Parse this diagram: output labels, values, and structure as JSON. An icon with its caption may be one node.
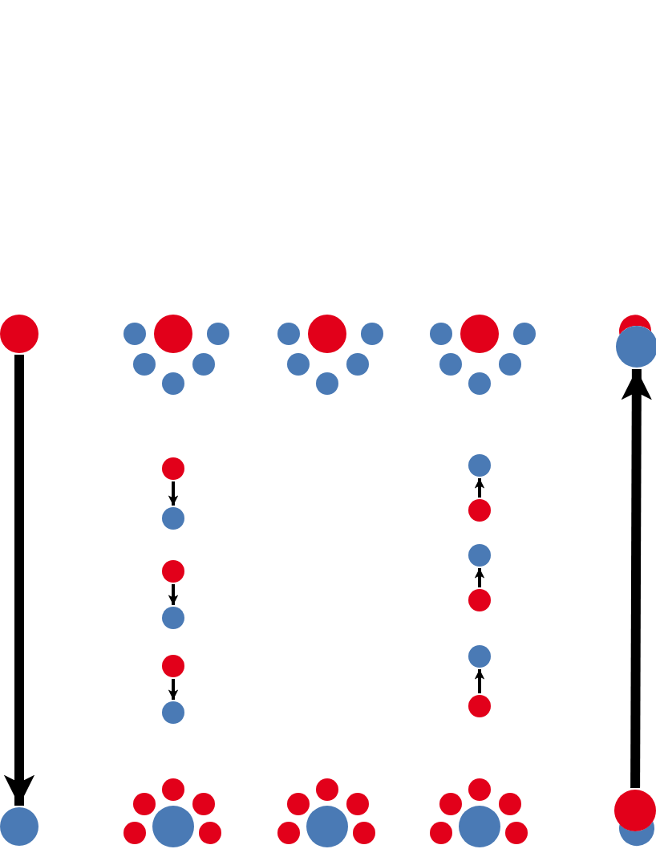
{
  "diagram": {
    "nodes": [
      {
        "text": [],
        "shape": "circle"
      },
      {
        "text": [],
        "shape": "cluster"
      },
      {
        "text": [],
        "shape": "cluster"
      },
      {
        "text": [],
        "shape": "cluster"
      },
      {
        "text": [],
        "shape": "circle"
      },
      {
        "text": [],
        "shape": "circle"
      },
      {
        "text": [],
        "shape": "circle"
      },
      {
        "text": [],
        "shape": "circle"
      },
      {
        "text": [],
        "shape": "circle"
      },
      {
        "text": [],
        "shape": "circle"
      },
      {
        "text": [],
        "shape": "circle"
      },
      {
        "text": [],
        "shape": "circle"
      },
      {
        "text": [],
        "shape": "circle"
      },
      {
        "text": [],
        "shape": "circle"
      },
      {
        "text": [],
        "shape": "circle"
      },
      {
        "text": [],
        "shape": "circle"
      },
      {
        "text": [],
        "shape": "circle"
      },
      {
        "text": [],
        "shape": "circle"
      },
      {
        "text": [],
        "shape": "circle"
      },
      {
        "text": [],
        "shape": "cluster"
      },
      {
        "text": [],
        "shape": "cluster"
      },
      {
        "text": [],
        "shape": "cluster"
      },
      {
        "text": [],
        "shape": "circle"
      },
      {
        "text": [],
        "shape": "circle"
      }
    ],
    "edges": [
      {
        "from": 0,
        "to": 18,
        "arrow": "to",
        "style": "thick"
      },
      {
        "from": 6,
        "to": 7,
        "arrow": "to"
      },
      {
        "from": 8,
        "to": 9,
        "arrow": "to"
      },
      {
        "from": 10,
        "to": 11,
        "arrow": "to"
      },
      {
        "from": 13,
        "to": 12,
        "arrow": "to"
      },
      {
        "from": 15,
        "to": 14,
        "arrow": "to"
      },
      {
        "from": 17,
        "to": 16,
        "arrow": "to"
      },
      {
        "from": 23,
        "to": 5,
        "arrow": "to",
        "style": "thick"
      }
    ]
  }
}
